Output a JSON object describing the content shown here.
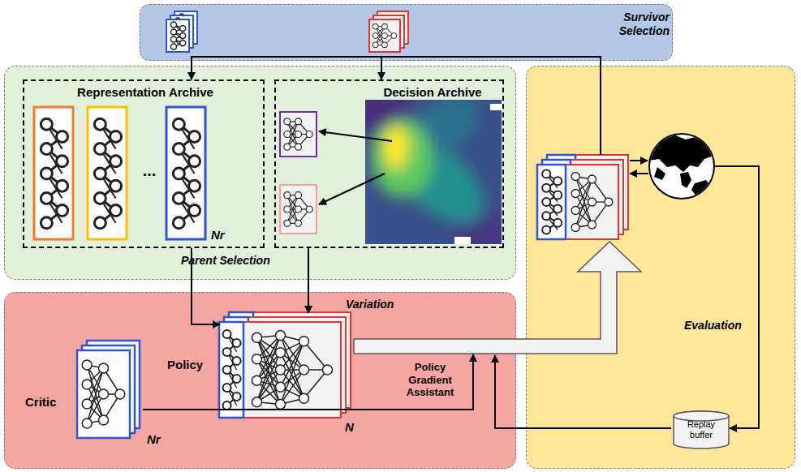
{
  "diagram": {
    "nodes": [
      {
        "text": [
          "Survivor Selection"
        ]
      },
      {
        "text": [
          "Parent Selection"
        ]
      },
      {
        "text": [
          "Representation Archive",
          "...",
          "Nr"
        ],
        "in": 1
      },
      {
        "text": [
          "Decision Archive"
        ],
        "in": 1
      },
      {
        "text": [
          "Variation"
        ]
      },
      {
        "text": [
          "Evaluation"
        ]
      },
      {
        "text": [
          "Replay buffer"
        ],
        "in": 5
      },
      {
        "text": [
          "Policy",
          "N"
        ],
        "in": 4
      },
      {
        "text": [
          "Critic",
          "Nr"
        ],
        "in": 4
      }
    ],
    "edges": [
      {
        "from": 5,
        "to": 0,
        "arrow": "none"
      },
      {
        "from": 0,
        "to": 2,
        "arrow": "to"
      },
      {
        "from": 0,
        "to": 3,
        "arrow": "to"
      },
      {
        "from": 2,
        "to": 7,
        "arrow": "to"
      },
      {
        "from": 3,
        "to": 7,
        "arrow": "to"
      },
      {
        "from": 7,
        "to": 5,
        "arrow": "to"
      },
      {
        "from": 8,
        "to": 5,
        "label": "Policy Gradient Assistant",
        "arrow": "to"
      }
    ]
  }
}
